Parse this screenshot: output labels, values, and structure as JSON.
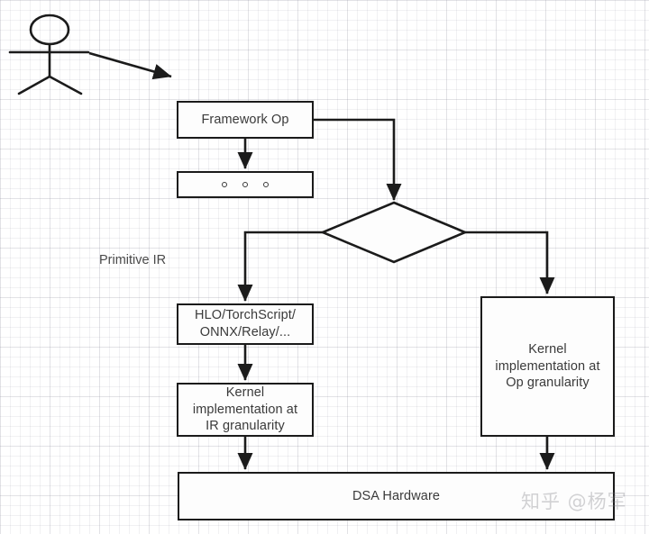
{
  "diagram": {
    "title": "DSA compilation stack flowchart",
    "background": {
      "type": "graph-paper-grid",
      "color": "#ffffff",
      "grid_color": "#e9e9ee"
    },
    "stroke_color": "#1b1b1b",
    "text_color": "#3a3a3a",
    "actor": {
      "name": "stick-figure-user",
      "label": ""
    },
    "nodes": {
      "framework_op": "Framework Op",
      "ellipsis": "◦ ◦ ◦",
      "ir_formats": "HLO/TorchScript/\nONNX/Relay/...",
      "ir_formats_line1": "HLO/TorchScript/",
      "ir_formats_line2": "ONNX/Relay/...",
      "kernel_ir": "Kernel implementation at IR granularity",
      "kernel_ir_line1": "Kernel",
      "kernel_ir_line2": "implementation at",
      "kernel_ir_line3": "IR granularity",
      "kernel_op": "Kernel implementation at Op granularity",
      "kernel_op_line1": "Kernel",
      "kernel_op_line2": "implementation at",
      "kernel_op_line3": "Op granularity",
      "dsa_hardware": "DSA Hardware",
      "decision": ""
    },
    "labels": {
      "primitive_ir": "Primitive IR"
    },
    "watermark": "知乎 @杨军",
    "edges": [
      {
        "from": "user",
        "to": "framework_op",
        "label": ""
      },
      {
        "from": "framework_op",
        "to": "ellipsis",
        "label": ""
      },
      {
        "from": "framework_op",
        "to": "decision",
        "label": ""
      },
      {
        "from": "decision",
        "to": "ir_formats",
        "label": ""
      },
      {
        "from": "decision",
        "to": "kernel_op",
        "label": ""
      },
      {
        "from": "ir_formats",
        "to": "kernel_ir",
        "label": ""
      },
      {
        "from": "kernel_ir",
        "to": "dsa_hardware",
        "label": ""
      },
      {
        "from": "kernel_op",
        "to": "dsa_hardware",
        "label": ""
      }
    ]
  }
}
